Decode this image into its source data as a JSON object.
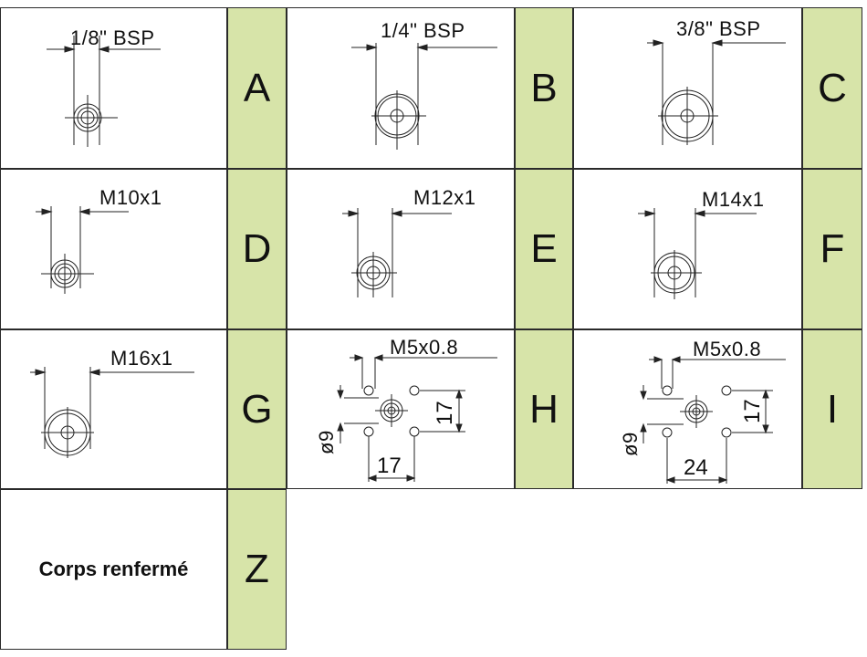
{
  "cells": [
    {
      "id": "A",
      "letter": "A",
      "label": "1/8\"  BSP"
    },
    {
      "id": "B",
      "letter": "B",
      "label": "1/4\"  BSP"
    },
    {
      "id": "C",
      "letter": "C",
      "label": "3/8\"  BSP"
    },
    {
      "id": "D",
      "letter": "D",
      "label": "M10x1"
    },
    {
      "id": "E",
      "letter": "E",
      "label": "M12x1"
    },
    {
      "id": "F",
      "letter": "F",
      "label": "M14x1"
    },
    {
      "id": "G",
      "letter": "G",
      "label": "M16x1"
    },
    {
      "id": "H",
      "letter": "H",
      "label": "M5x0.8",
      "dim_horizontal": "17",
      "dim_vertical": "17",
      "dim_diameter": "ø9"
    },
    {
      "id": "I",
      "letter": "I",
      "label": "M5x0.8",
      "dim_horizontal": "24",
      "dim_vertical": "17",
      "dim_diameter": "ø9"
    },
    {
      "id": "Z",
      "letter": "Z",
      "label": "Corps renfermé"
    }
  ],
  "colors": {
    "letter_bg": "#d7e4a9",
    "line": "#2a2a2a"
  }
}
